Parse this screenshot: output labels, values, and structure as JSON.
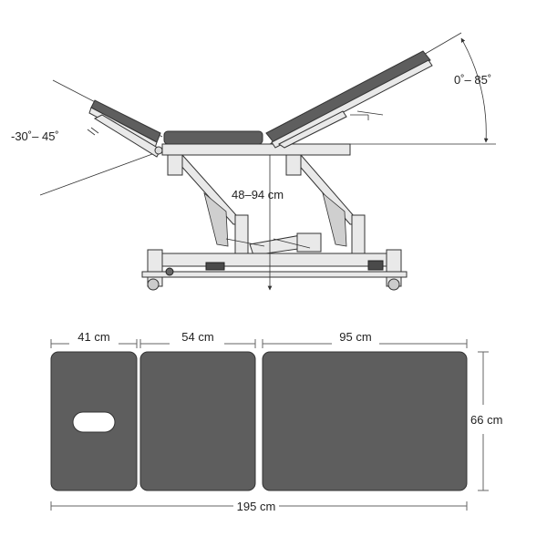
{
  "side_view": {
    "headrest_angle_label": "-30˚– 45˚",
    "backrest_angle_label": "0˚– 85˚",
    "height_label": "48–94 cm"
  },
  "top_view": {
    "section_widths": [
      "41 cm",
      "54 cm",
      "95 cm"
    ],
    "width_label": "66 cm",
    "total_length_label": "195 cm"
  }
}
